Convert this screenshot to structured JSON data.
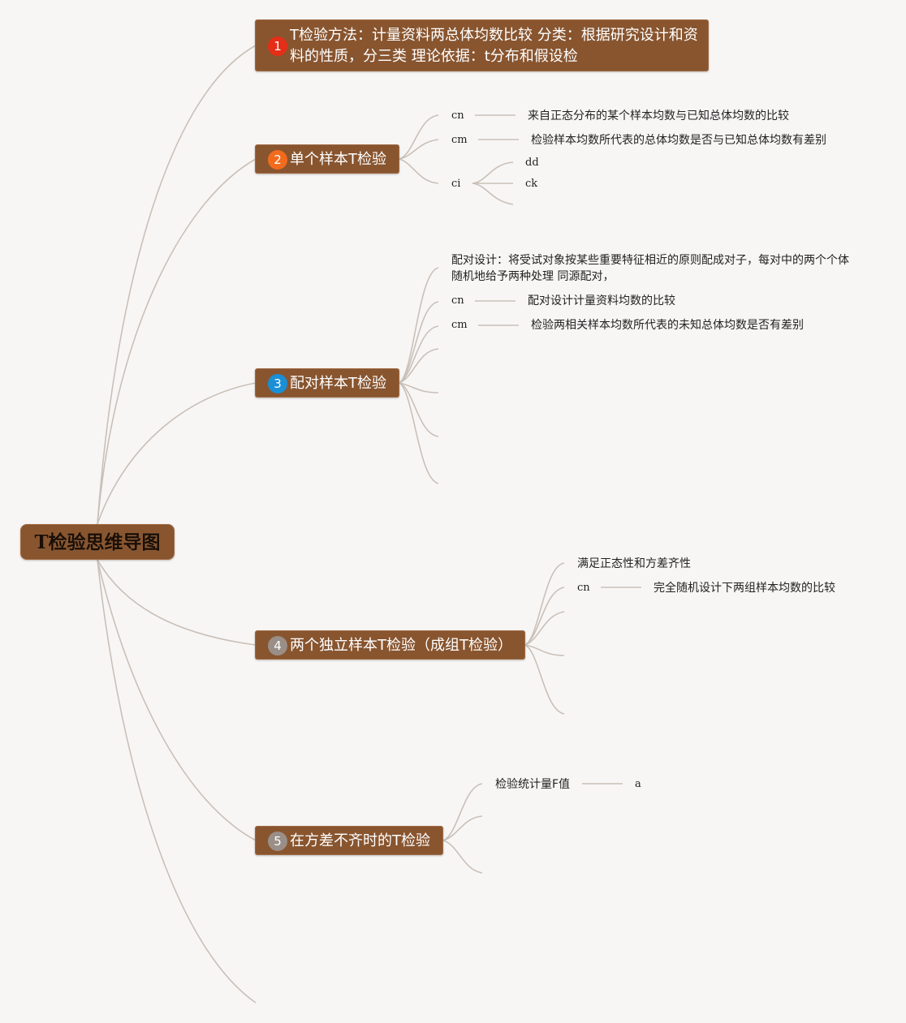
{
  "root": {
    "label": "T检验思维导图"
  },
  "colors": {
    "node_fill": "#88552f",
    "line": "#c9c0b8",
    "marker_1": "#e52e17",
    "marker_2": "#f26b1d",
    "marker_3": "#1a8fd6",
    "marker_4": "#9a8f88",
    "marker_5": "#9a8f88"
  },
  "branches": [
    {
      "number": "1",
      "label": "T检验方法：计量资料两总体均数比较 分类：根据研究设计和资料的性质，分三类 理论依据：t分布和假设检"
    },
    {
      "number": "2",
      "label": "单个样本T检验",
      "children": [
        {
          "label": "cn",
          "detail": "来自正态分布的某个样本均数与已知总体均数的比较"
        },
        {
          "label": "cm",
          "detail": "检验样本均数所代表的总体均数是否与已知总体均数有差别"
        },
        {
          "label": "ci",
          "children": [
            {
              "label": "dd"
            },
            {
              "label": "ck"
            }
          ]
        }
      ]
    },
    {
      "number": "3",
      "label": "配对样本T检验",
      "children": [
        {
          "label": "配对设计：将受试对象按某些重要特征相近的原则配成对子，每对中的两个个体随机地给予两种处理 同源配对，"
        },
        {
          "label": "cn",
          "detail": "配对设计计量资料均数的比较"
        },
        {
          "label": "cm",
          "detail": "检验两相关样本均数所代表的未知总体均数是否有差别"
        }
      ]
    },
    {
      "number": "4",
      "label": "两个独立样本T检验（成组T检验）",
      "children": [
        {
          "label": "满足正态性和方差齐性"
        },
        {
          "label": "cn",
          "detail": "完全随机设计下两组样本均数的比较"
        }
      ]
    },
    {
      "number": "5",
      "label": "在方差不齐时的T检验",
      "children": [
        {
          "label": "检验统计量F值",
          "detail": "a"
        }
      ]
    }
  ]
}
